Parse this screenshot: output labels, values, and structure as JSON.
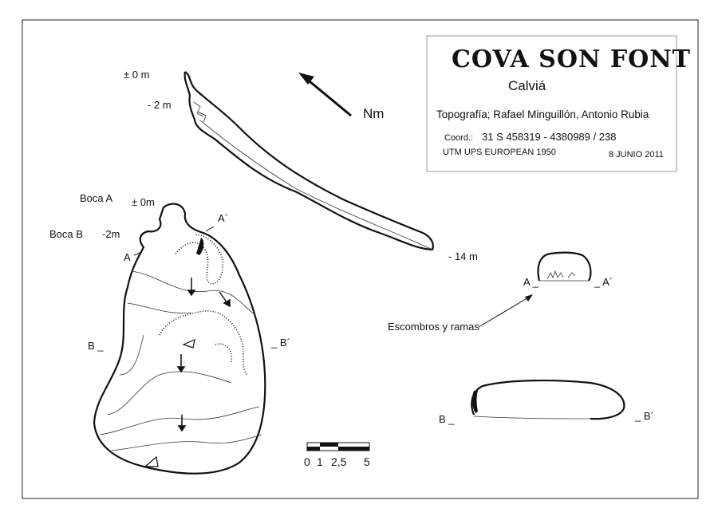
{
  "title_block": {
    "title": "COVA SON FONT",
    "location": "Calviá",
    "surveyors": "Topografía;  Rafael Minguillón, Antonio Rubia",
    "coord_label": "Coord.:",
    "coord_value": "31 S  458319 - 4380989 / 238",
    "datum": "UTM UPS EUROPEAN 1950",
    "date": "8 JUNIO 2011"
  },
  "north_arrow": {
    "label": "Nm"
  },
  "profile": {
    "depth_top": "± 0 m",
    "depth_2": "- 2 m",
    "depth_end": "- 14 m"
  },
  "plan": {
    "boca_a": "Boca A",
    "boca_a_depth": "± 0m",
    "boca_b": "Boca  B",
    "boca_b_depth": "-2m",
    "a_left": "A",
    "a_right": "A´",
    "b_left": "B _",
    "b_right": "_ B´"
  },
  "sections": {
    "a_left": "A _",
    "a_right": "_ A´",
    "debris_note": "Escombros y ramas",
    "b_left": "B _",
    "b_right": "_ B´"
  },
  "scale_bar": {
    "ticks": [
      "0",
      "1",
      "2,5",
      "5"
    ]
  }
}
